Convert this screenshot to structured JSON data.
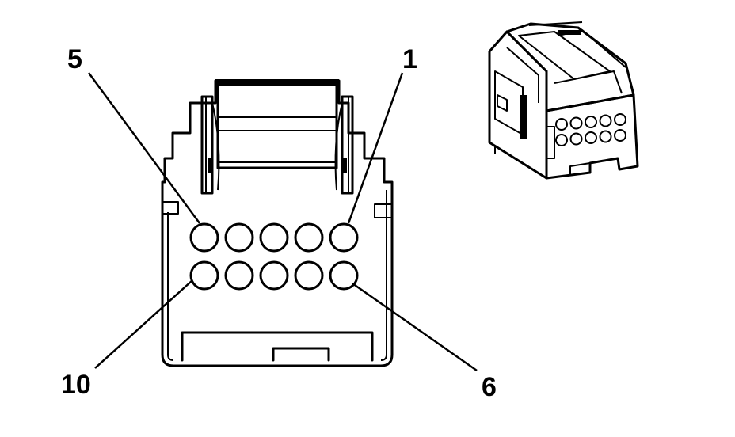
{
  "diagram": {
    "pin_labels": {
      "pin_5": "5",
      "pin_1": "1",
      "pin_10": "10",
      "pin_6": "6"
    },
    "cavity_rows": 2,
    "cavity_columns": 5,
    "colors": {
      "line": "#000000",
      "background": "#ffffff"
    }
  }
}
